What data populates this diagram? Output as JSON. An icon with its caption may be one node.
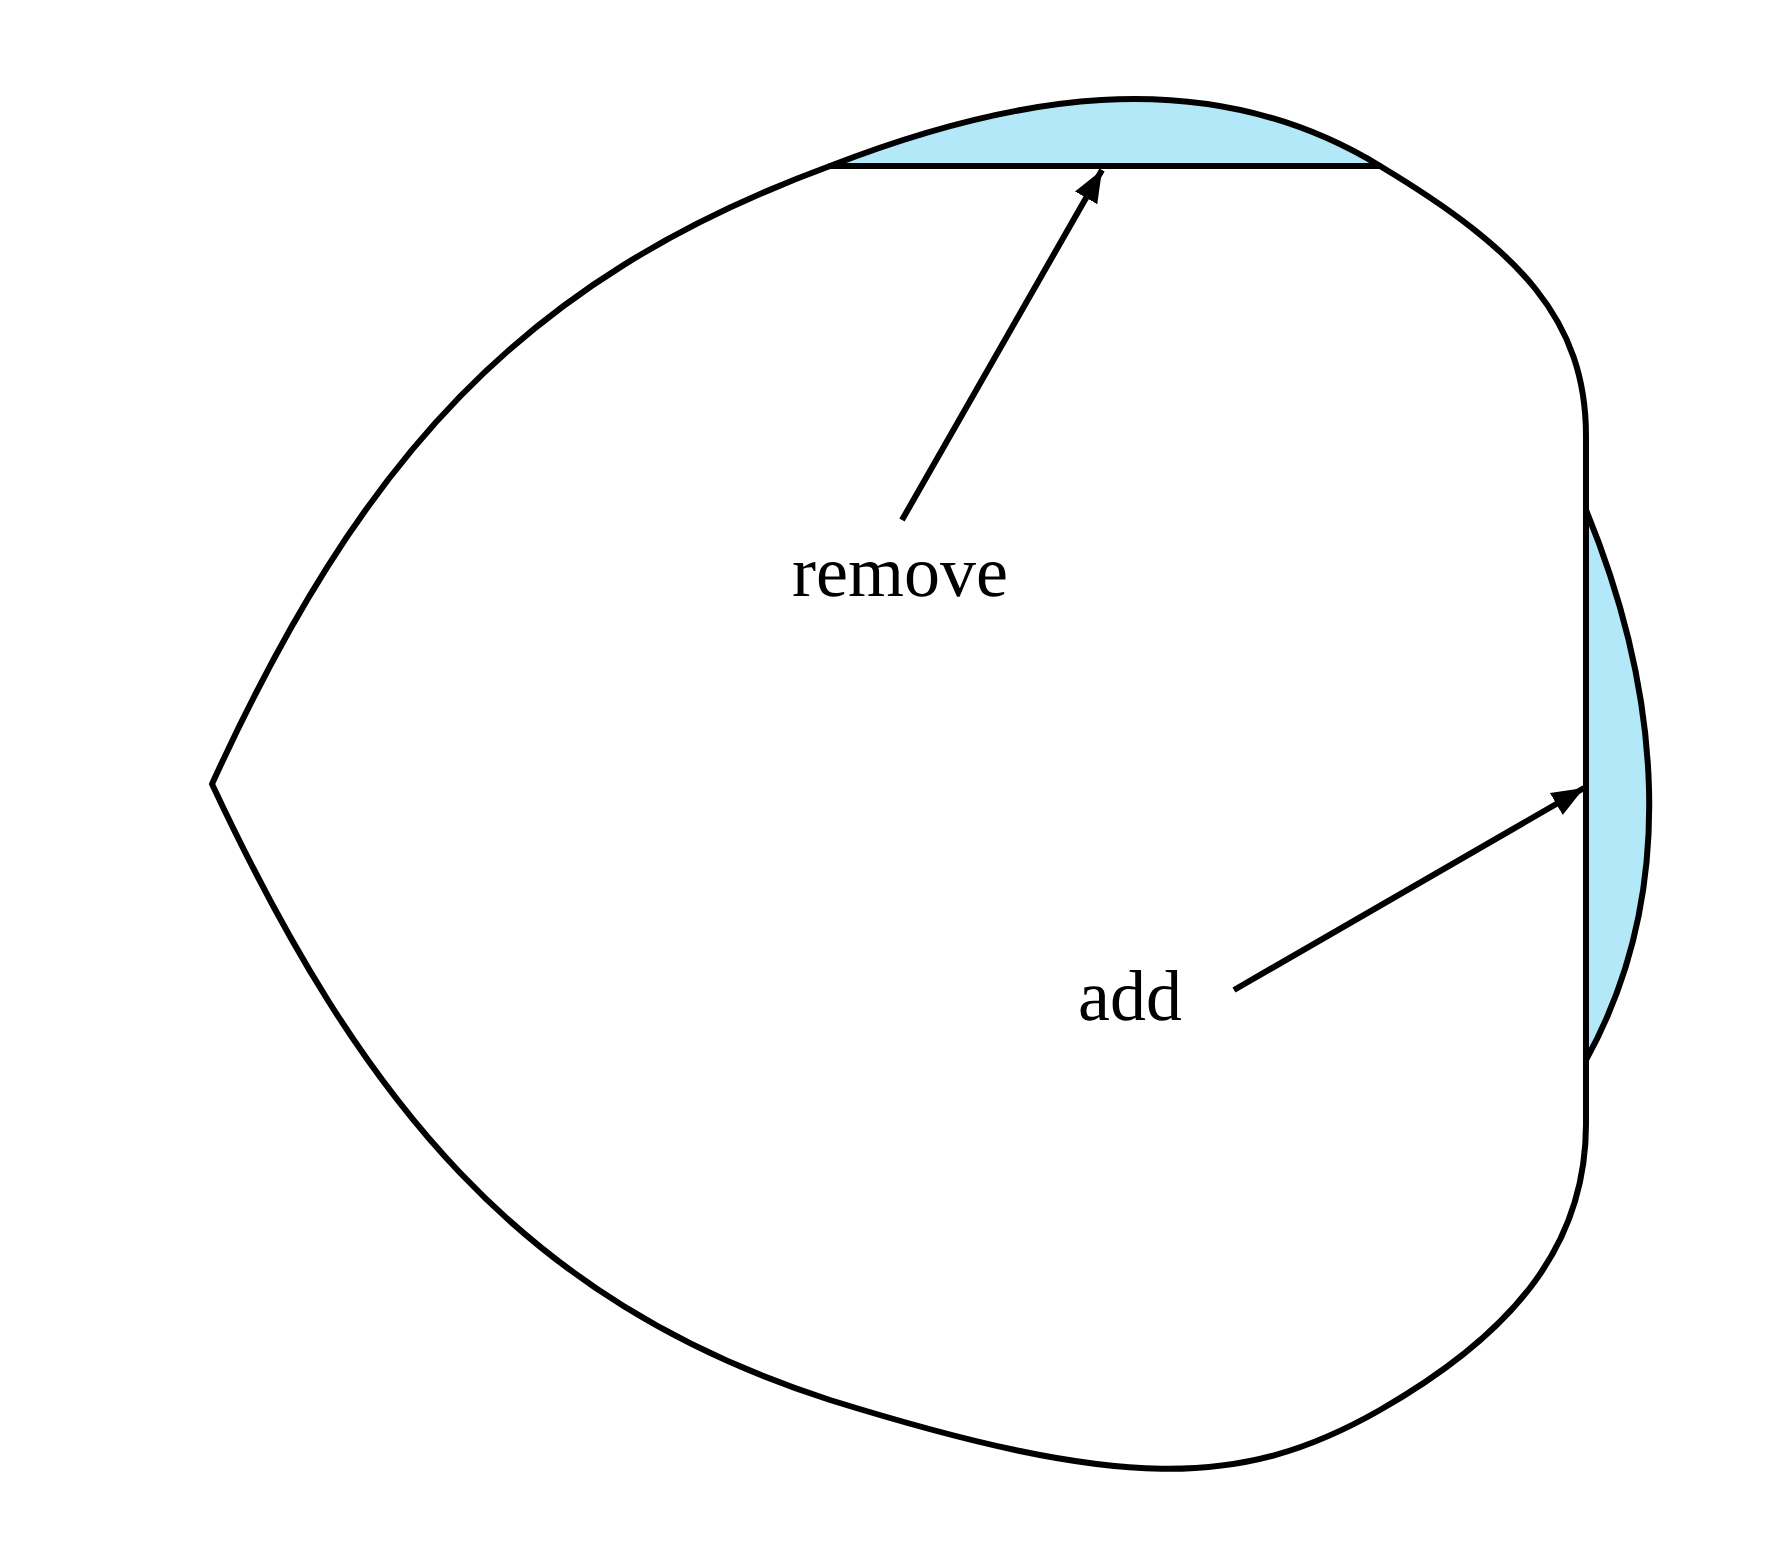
{
  "diagram": {
    "nodes": [
      {
        "text": [
          "remove"
        ]
      },
      {
        "text": [
          "add"
        ]
      },
      {
        "text": [],
        "shape": "segment"
      },
      {
        "text": [],
        "shape": "segment"
      }
    ],
    "edges": [
      {
        "from": 0,
        "to": 2,
        "arrow": "to"
      },
      {
        "from": 1,
        "to": 3,
        "arrow": "to"
      }
    ]
  }
}
